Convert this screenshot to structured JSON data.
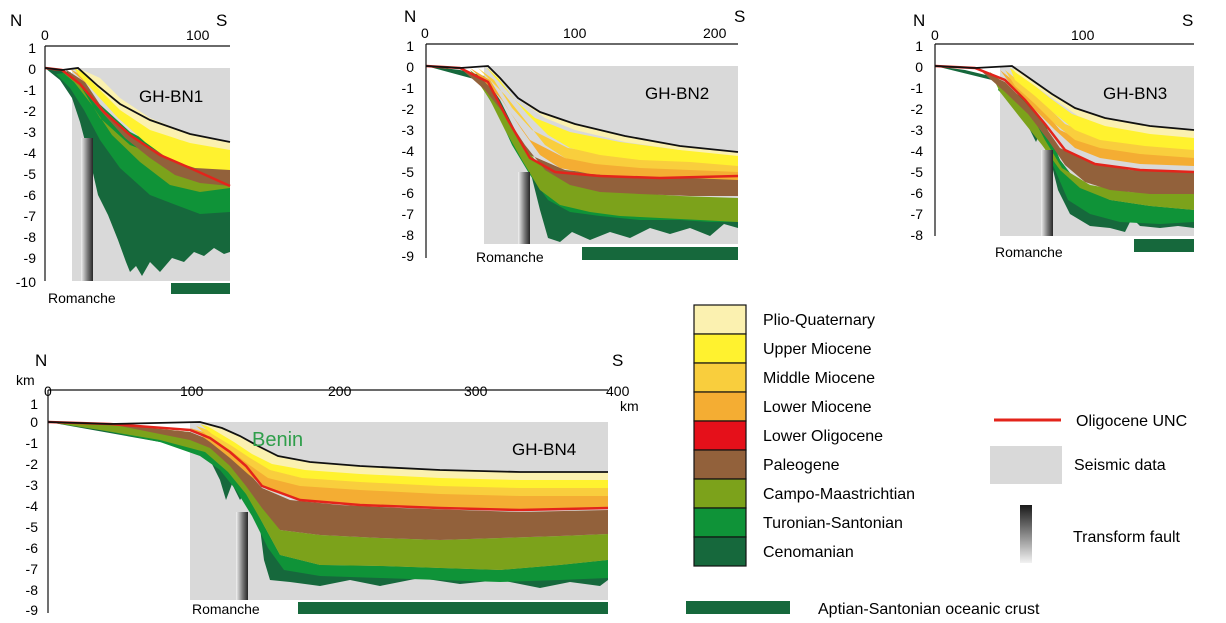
{
  "colors": {
    "plio_quaternary": "#fbf1b0",
    "upper_miocene": "#fff22f",
    "middle_miocene": "#f9ce3d",
    "lower_miocene": "#f4ad33",
    "lower_oligocene": "#e5101a",
    "paleogene": "#92613b",
    "campo_maastrichtian": "#7ca21b",
    "turonian_santonian": "#0f9338",
    "cenomanian": "#16683c",
    "oligocene_unc": "#e3241b",
    "seismic_data": "#d9d9d9",
    "oceanic_crust": "#16683c",
    "benin_label": "#2e9e4a"
  },
  "sections": [
    {
      "name": "GH-BN1",
      "north": "N",
      "south": "S",
      "x_ticks": [
        "0",
        "100"
      ],
      "y_ticks": [
        "1",
        "0",
        "-1",
        "-2",
        "-3",
        "-4",
        "-5",
        "-6",
        "-7",
        "-8",
        "-9",
        "-10"
      ],
      "fault_label": "Romanche"
    },
    {
      "name": "GH-BN2",
      "north": "N",
      "south": "S",
      "x_ticks": [
        "0",
        "100",
        "200"
      ],
      "y_ticks": [
        "1",
        "0",
        "-1",
        "-2",
        "-3",
        "-4",
        "-5",
        "-6",
        "-7",
        "-8",
        "-9"
      ],
      "fault_label": "Romanche"
    },
    {
      "name": "GH-BN3",
      "north": "N",
      "south": "S",
      "x_ticks": [
        "0",
        "100"
      ],
      "y_ticks": [
        "1",
        "0",
        "-1",
        "-2",
        "-3",
        "-4",
        "-5",
        "-6",
        "-7",
        "-8"
      ],
      "fault_label": "Romanche"
    },
    {
      "name": "GH-BN4",
      "north": "N",
      "south": "S",
      "x_ticks": [
        "0",
        "100",
        "200",
        "300",
        "400"
      ],
      "y_ticks": [
        "1",
        "0",
        "-1",
        "-2",
        "-3",
        "-4",
        "-5",
        "-6",
        "-7",
        "-8",
        "-9"
      ],
      "y_unit": "km",
      "x_unit": "km",
      "fault_label": "Romanche",
      "region_label": "Benin"
    }
  ],
  "legend": {
    "units": [
      "Plio-Quaternary",
      "Upper Miocene",
      "Middle Miocene",
      "Lower Miocene",
      "Lower Oligocene",
      "Paleogene",
      "Campo-Maastrichtian",
      "Turonian-Santonian",
      "Cenomanian"
    ],
    "oligocene_unc": "Oligocene UNC",
    "seismic_data": "Seismic data",
    "transform_fault": "Transform fault",
    "oceanic_crust": "Aptian-Santonian oceanic crust"
  }
}
